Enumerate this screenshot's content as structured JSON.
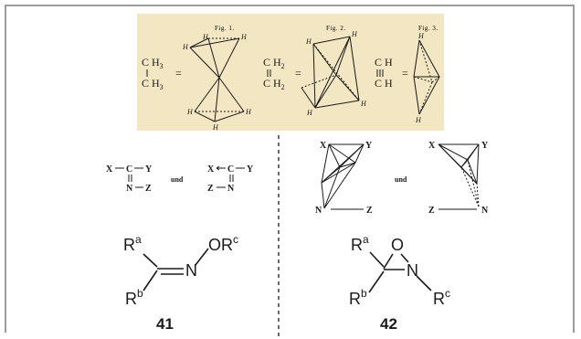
{
  "historical_figures": {
    "fig1_title": "Fig. 1.",
    "fig2_title": "Fig. 2.",
    "fig3_title": "Fig. 3.",
    "ethane_atom": "C H",
    "ethane_sub": "3",
    "ethylene_atom": "C H",
    "ethylene_sub": "2",
    "acetylene_atom": "C H",
    "vertex_label": "H",
    "equals": "="
  },
  "left_panel": {
    "scheme_X": "X",
    "scheme_C": "C",
    "scheme_Y": "Y",
    "scheme_N": "N",
    "scheme_Z": "Z",
    "und": "und",
    "oxime": {
      "R": "R",
      "sup_a": "a",
      "sup_b": "b",
      "sup_c": "c",
      "N": "N",
      "OR": "OR",
      "number": "41"
    }
  },
  "right_panel": {
    "X": "X",
    "Y": "Y",
    "N": "N",
    "Z": "Z",
    "und": "und",
    "oxaziridine": {
      "R": "R",
      "sup_a": "a",
      "sup_b": "b",
      "sup_c": "c",
      "O": "O",
      "N": "N",
      "number": "42"
    }
  },
  "colors": {
    "historical_bg": "#f3e6c2",
    "border": "#9b9b9b",
    "ink": "#1a1a1a"
  }
}
